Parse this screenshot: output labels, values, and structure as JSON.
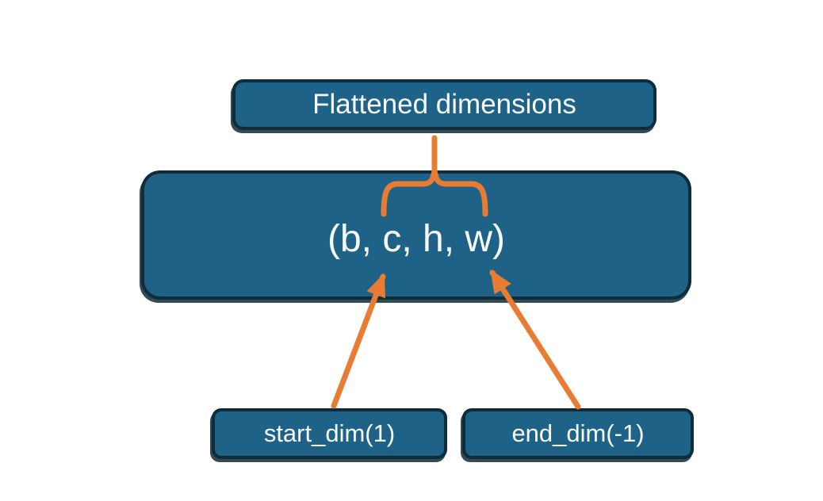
{
  "diagram": {
    "title_box": {
      "label": "Flattened dimensions"
    },
    "tensor_box": {
      "label": "(b, c, h, w)"
    },
    "start_dim_box": {
      "label": "start_dim(1)"
    },
    "end_dim_box": {
      "label": "end_dim(-1)"
    }
  },
  "colors": {
    "background": "#ffffff",
    "box_fill": "#1f6287",
    "box_border": "#0e2c3a",
    "accent_orange": "#e87c33",
    "text": "#f7f9fa"
  }
}
